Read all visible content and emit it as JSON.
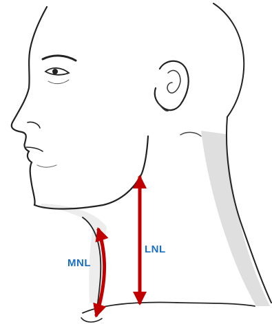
{
  "labels": {
    "mnl": "MNL",
    "lnl": "LNL"
  },
  "colors": {
    "arrow": "#c00000",
    "label": "#1a6fc4",
    "outline": "#222222",
    "shade": "#d9d9d9"
  },
  "icons": {
    "figure": "head-neck-profile-sketch",
    "mnl_arrow": "double-headed-curved-arrow",
    "lnl_arrow": "double-headed-straight-arrow"
  }
}
